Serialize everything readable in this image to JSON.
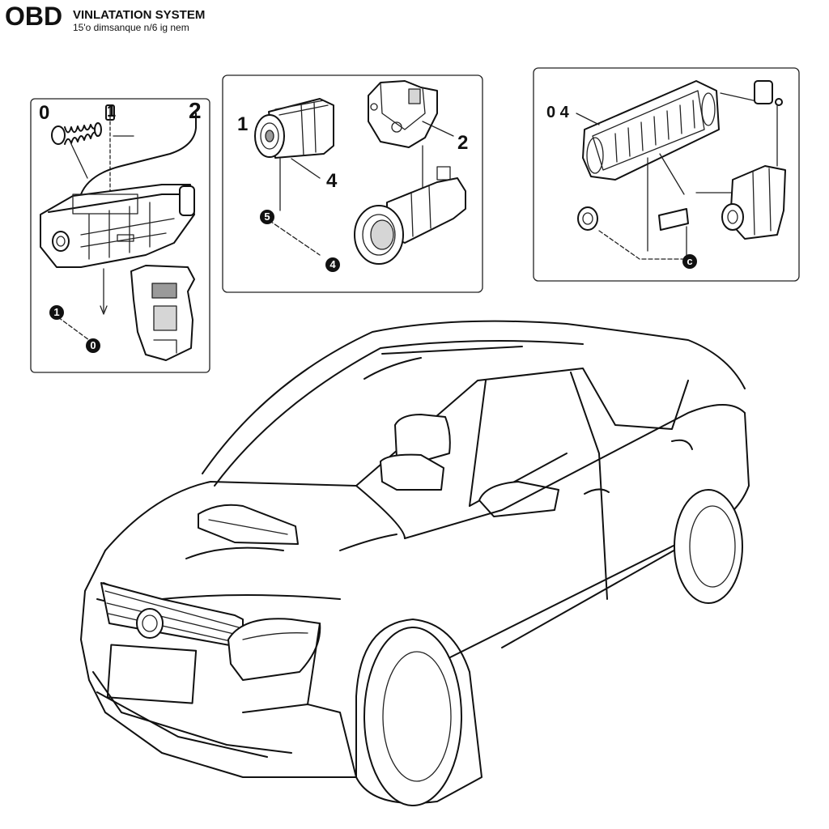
{
  "header": {
    "brand": "OBD",
    "system_title": "VINLATATION SYSTEM",
    "subtitle": "15'o dimsanque n/6 ig nem"
  },
  "panels": {
    "left": {
      "callouts": [
        "0",
        "1",
        "2",
        "1",
        "0"
      ]
    },
    "middle": {
      "callouts": [
        "1",
        "2",
        "4",
        "5",
        "4"
      ]
    },
    "right": {
      "callouts": [
        "0 4",
        "c"
      ]
    }
  }
}
